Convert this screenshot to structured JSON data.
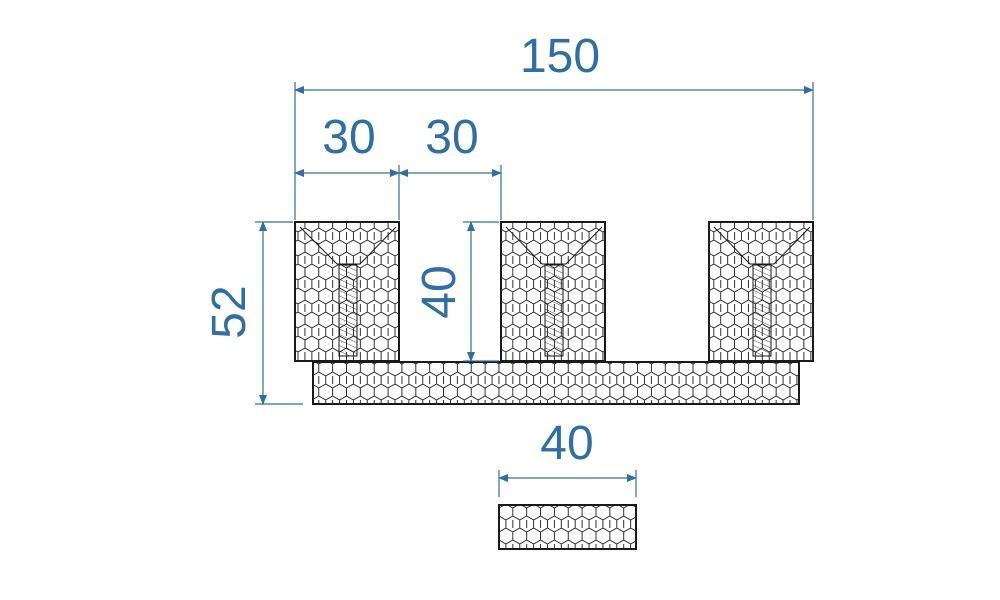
{
  "colors": {
    "dimension": "#2f6fa4",
    "outline": "#1a1a1a",
    "background": "#ffffff"
  },
  "dimensions": {
    "overall_width": "150",
    "tooth_width": "30",
    "gap_width": "30",
    "tooth_height": "40",
    "overall_height": "52",
    "strip_width": "40"
  }
}
